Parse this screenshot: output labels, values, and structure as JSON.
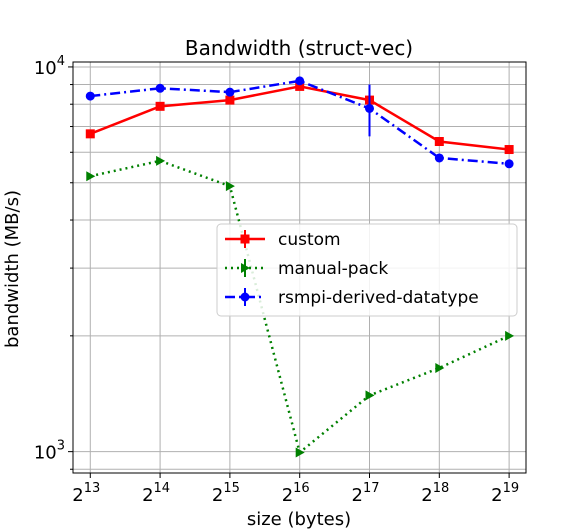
{
  "chart_data": {
    "type": "line",
    "title": "Bandwidth (struct-vec)",
    "xlabel": "size (bytes)",
    "ylabel": "bandwidth (MB/s)",
    "x_scale": "log2",
    "y_scale": "log10",
    "x": [
      8192,
      16384,
      32768,
      65536,
      131072,
      262144,
      524288
    ],
    "x_tick_labels": [
      {
        "base": "2",
        "exp": "13"
      },
      {
        "base": "2",
        "exp": "14"
      },
      {
        "base": "2",
        "exp": "15"
      },
      {
        "base": "2",
        "exp": "16"
      },
      {
        "base": "2",
        "exp": "17"
      },
      {
        "base": "2",
        "exp": "18"
      },
      {
        "base": "2",
        "exp": "19"
      }
    ],
    "y_major_ticks": [
      {
        "value": 1000,
        "base": "10",
        "exp": "3"
      },
      {
        "value": 10000,
        "base": "10",
        "exp": "4"
      }
    ],
    "ylim": [
      880,
      10300
    ],
    "xlim": [
      6900,
      620000
    ],
    "grid": true,
    "legend_position": "center-right",
    "series": [
      {
        "name": "custom",
        "color": "#ff0000",
        "line_style": "solid",
        "marker": "square",
        "values": [
          6700,
          7900,
          8200,
          8900,
          8200,
          6400,
          6100
        ],
        "errors": [
          0,
          0,
          0,
          0,
          200,
          0,
          0
        ]
      },
      {
        "name": "manual-pack",
        "color": "#008000",
        "line_style": "dotted",
        "marker": "triangle-right",
        "values": [
          5200,
          5700,
          4900,
          995,
          1400,
          1650,
          2000
        ],
        "errors": [
          0,
          0,
          0,
          0,
          0,
          0,
          0
        ]
      },
      {
        "name": "rsmpi-derived-datatype",
        "color": "#0000ff",
        "line_style": "dashdot",
        "marker": "circle",
        "values": [
          8400,
          8800,
          8600,
          9200,
          7800,
          5800,
          5600
        ],
        "errors": [
          0,
          0,
          0,
          0,
          1200,
          0,
          0
        ]
      }
    ]
  }
}
